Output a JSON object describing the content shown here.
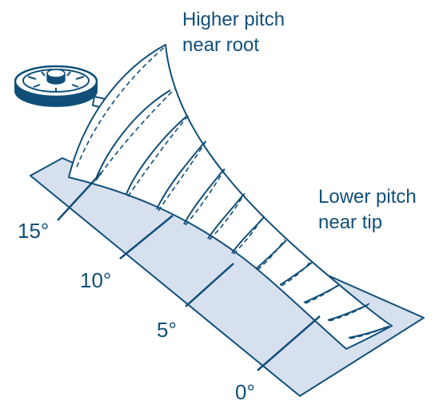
{
  "colors": {
    "ink": "#114f79",
    "plane_fill": "#d6e0ee",
    "blade_fill": "#ffffff",
    "background": "#ffffff"
  },
  "labels": {
    "root": [
      "Higher pitch",
      "near root"
    ],
    "tip": [
      "Lower pitch",
      "near tip"
    ]
  },
  "angle_ticks": [
    "15°",
    "10°",
    "5°",
    "0°"
  ],
  "icons": {
    "hub": "propeller-hub-icon"
  }
}
